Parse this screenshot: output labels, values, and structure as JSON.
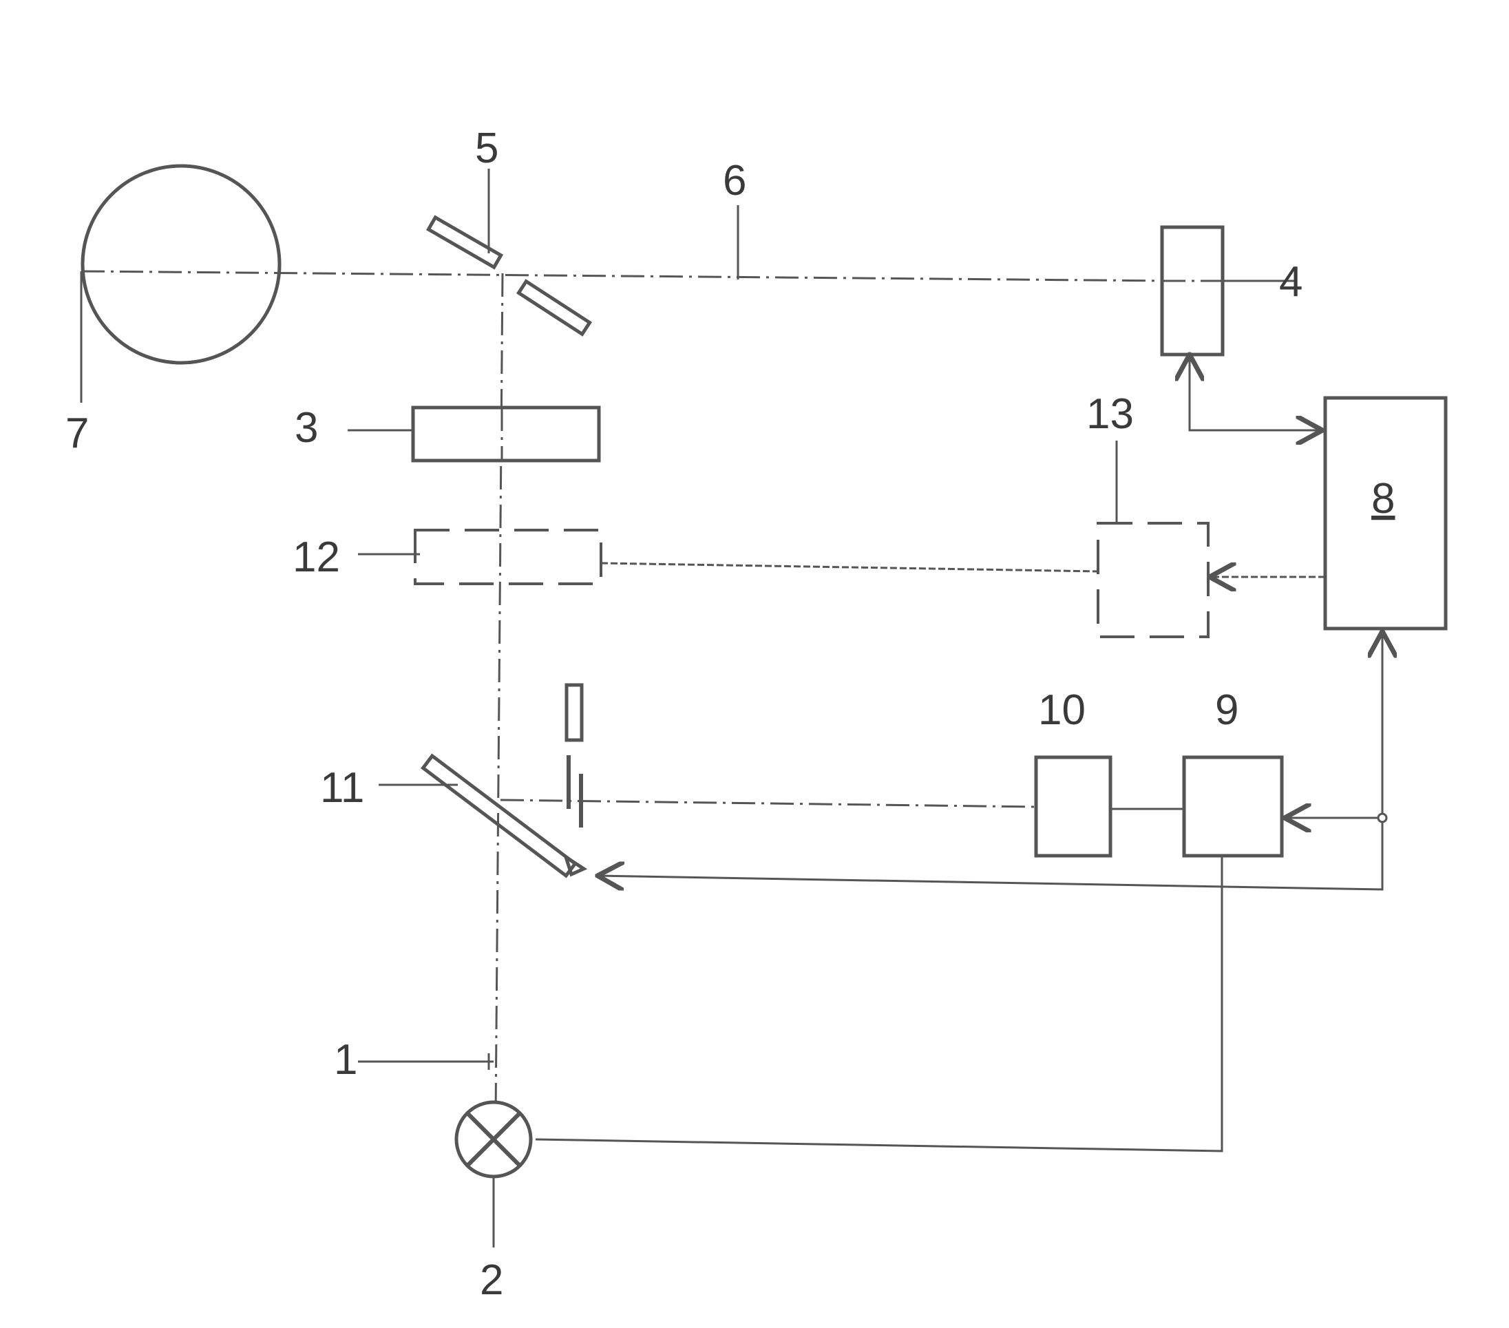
{
  "labels": {
    "l1": "1",
    "l2": "2",
    "l3": "3",
    "l4": "4",
    "l5": "5",
    "l6": "6",
    "l7": "7",
    "l8": "8",
    "l9": "9",
    "l10": "10",
    "l11": "11",
    "l12": "12",
    "l13": "13"
  },
  "colors": {
    "stroke": "#555555",
    "text": "#3a3a3a",
    "background": "#ffffff"
  }
}
